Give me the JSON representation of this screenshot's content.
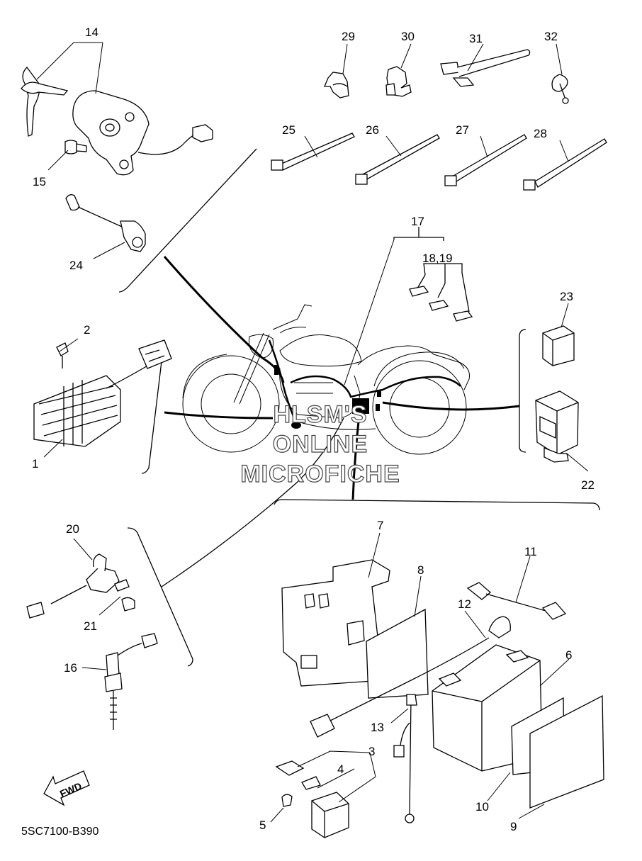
{
  "diagram": {
    "part_code": "5SC7100-B390",
    "direction_label": "FWD",
    "watermark": [
      "HLSM'S",
      "ONLINE",
      "MICROFICHE"
    ],
    "callouts": {
      "c1": "1",
      "c2": "2",
      "c3": "3",
      "c4": "4",
      "c5": "5",
      "c6": "6",
      "c7": "7",
      "c8": "8",
      "c9": "9",
      "c10": "10",
      "c11": "11",
      "c12": "12",
      "c13": "13",
      "c14": "14",
      "c15": "15",
      "c16": "16",
      "c17": "17",
      "c18_19": "18,19",
      "c20": "20",
      "c21": "21",
      "c22": "22",
      "c23": "23",
      "c24": "24",
      "c25": "25",
      "c26": "26",
      "c27": "27",
      "c28": "28",
      "c29": "29",
      "c30": "30",
      "c31": "31",
      "c32": "32"
    }
  }
}
